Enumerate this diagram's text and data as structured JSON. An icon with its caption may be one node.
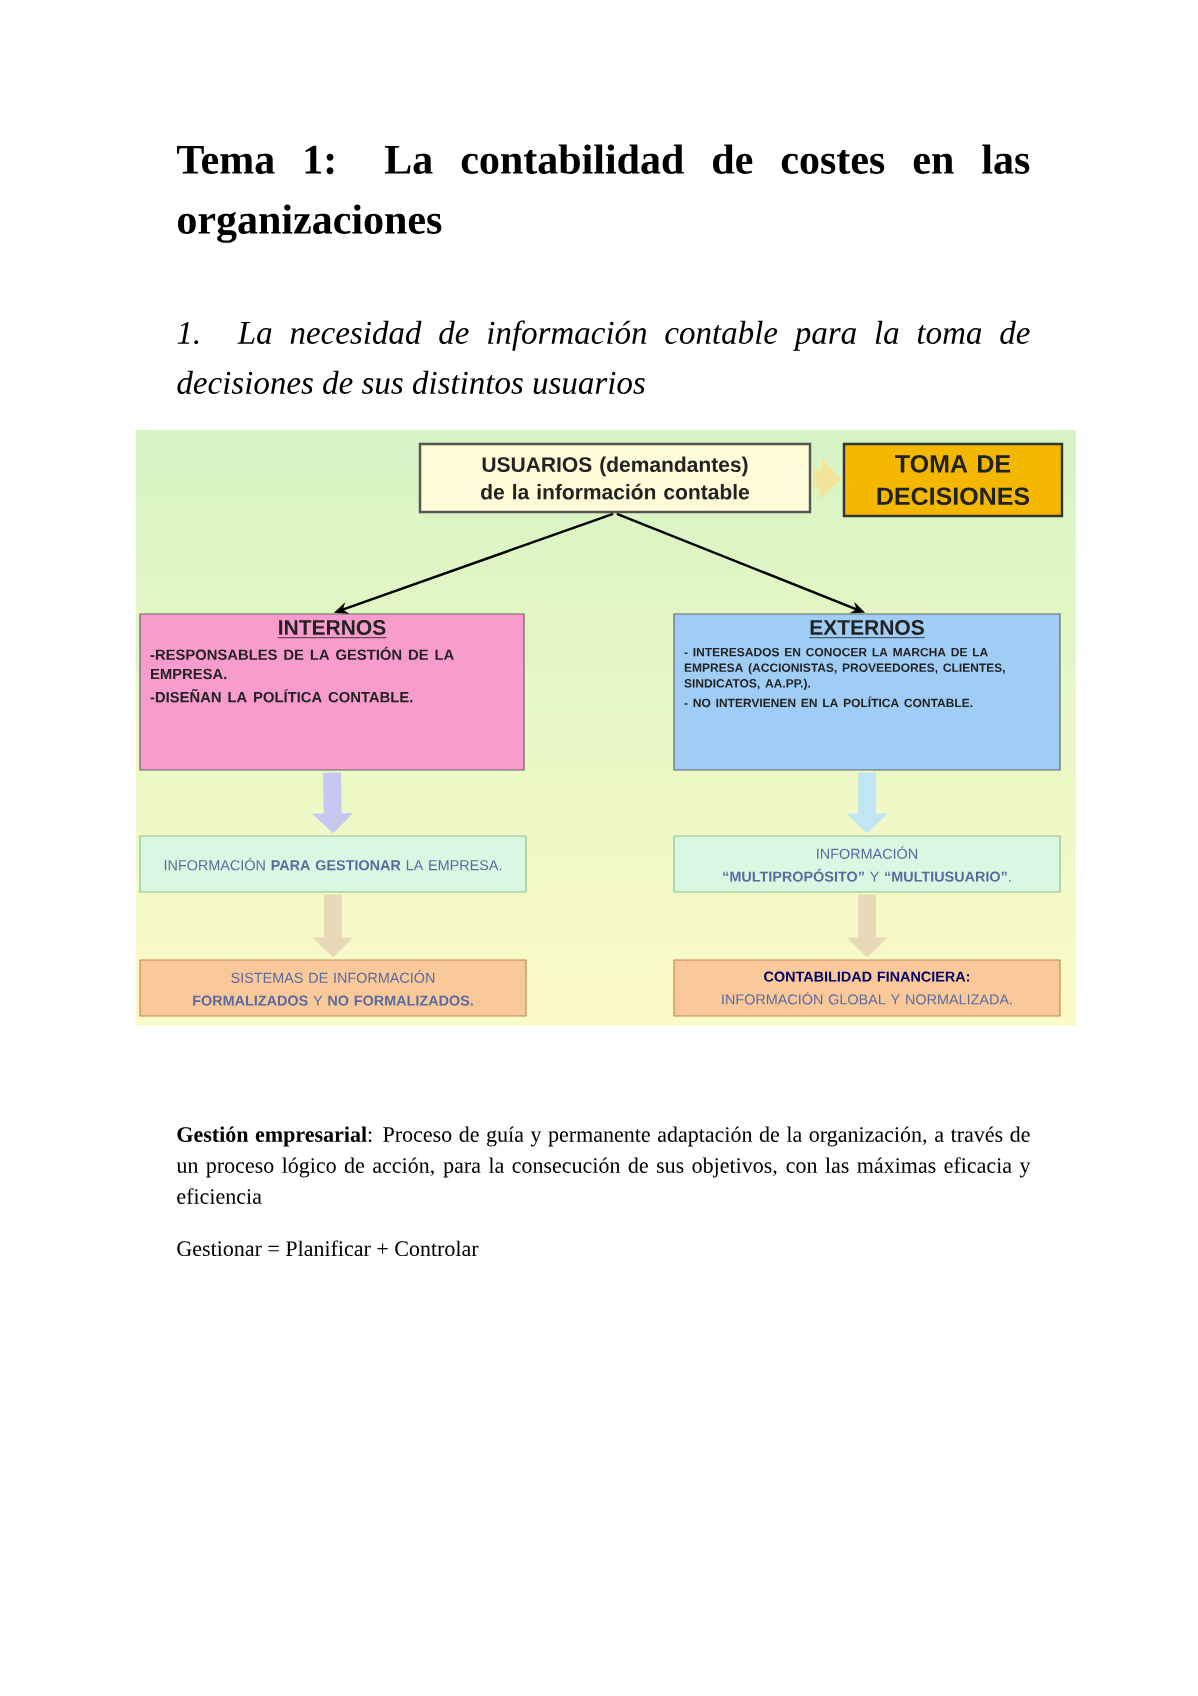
{
  "diagram": {
    "title": "Tema 1: La contabilidad de costes en las organizaciones",
    "nodes": [
      {
        "text": [
          "USUARIOS (demandantes) de la información contable"
        ]
      },
      {
        "text": [
          "TOMA DE DECISIONES"
        ]
      },
      {
        "text": [
          "INTERNOS",
          "-RESPONSABLES DE LA GESTIÓN DE LA EMPRESA.",
          "-DISEÑAN LA POLÍTICA CONTABLE."
        ]
      },
      {
        "text": [
          "EXTERNOS",
          "- INTERESADOS EN CONOCER LA MARCHA DE LA EMPRESA (ACCIONISTAS, PROVEEDORES, CLIENTES, SINDICATOS, AA.PP.).",
          "- NO INTERVIENEN EN LA POLÍTICA CONTABLE."
        ]
      },
      {
        "text": [
          "INFORMACIÓN **PARA GESTIONAR** LA EMPRESA."
        ]
      },
      {
        "text": [
          "INFORMACIÓN",
          "**“MULTIPROPÓSITO”** Y **“MULTIUSUARIO”**."
        ]
      },
      {
        "text": [
          "SISTEMAS DE INFORMACIÓN",
          "**FORMALIZADOS** Y **NO FORMALIZADOS.**"
        ]
      },
      {
        "text": [
          "CONTABILIDAD FINANCIERA:",
          "INFORMACIÓN GLOBAL Y NORMALIZADA."
        ]
      }
    ],
    "edges": [
      {
        "from": 0,
        "to": 1,
        "arrow": "to",
        "color": "#f3e49a"
      },
      {
        "from": 0,
        "to": 2,
        "arrow": "to",
        "color": "#000000"
      },
      {
        "from": 0,
        "to": 3,
        "arrow": "to",
        "color": "#000000"
      },
      {
        "from": 2,
        "to": 4,
        "arrow": "to",
        "color": "#c7c8f0"
      },
      {
        "from": 3,
        "to": 5,
        "arrow": "to",
        "color": "#bfe6f2"
      },
      {
        "from": 4,
        "to": 6,
        "arrow": "to",
        "color": "#ead9b8"
      },
      {
        "from": 5,
        "to": 7,
        "arrow": "to",
        "color": "#ead9b8"
      }
    ],
    "labels": [
      "1. La necesidad de información contable para la toma de decisiones de sus distintos usuarios",
      "**Gestión empresarial**: Proceso de guía y permanente adaptación de la organización, a través de un proceso lógico de acción, para la consecución de sus objetivos, con las máximas eficacia y eficiencia",
      "Gestionar = Planificar + Controlar"
    ]
  }
}
